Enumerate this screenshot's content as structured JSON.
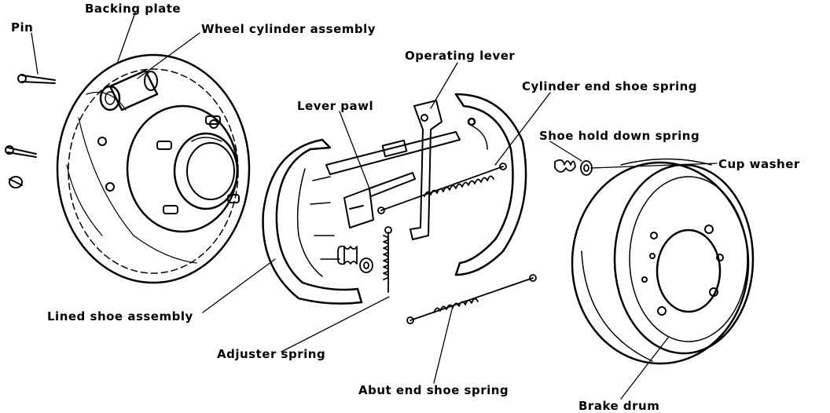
{
  "labels": {
    "backing_plate": "Backing plate",
    "pin": "Pin",
    "wheel_cylinder_assembly": "Wheel cylinder assembly",
    "operating_lever": "Operating lever",
    "lever_pawl": "Lever pawl",
    "cylinder_end_shoe_spring": "Cylinder end shoe spring",
    "shoe_hold_down_spring": "Shoe hold down spring",
    "cup_washer": "Cup washer",
    "lined_shoe_assembly": "Lined shoe assembly",
    "adjuster_spring": "Adjuster spring",
    "abut_end_shoe_spring": "Abut end shoe spring",
    "brake_drum": "Brake drum"
  },
  "colors": {
    "ink": "#000000",
    "paper": "#ffffff"
  }
}
